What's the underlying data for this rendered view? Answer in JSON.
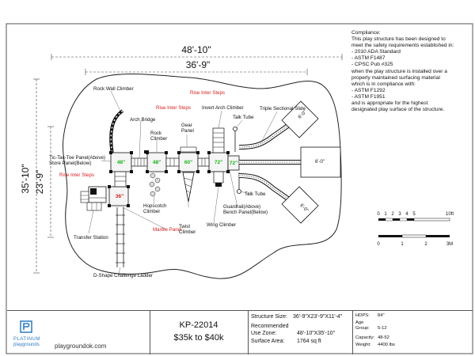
{
  "dimensions": {
    "overall_width": "48'-10\"",
    "structure_width": "36'-9\"",
    "overall_depth": "35'-10\"",
    "structure_depth": "23'-9\""
  },
  "labels": {
    "rock_wall_climber": "Rock Wall Climber",
    "arch_bridge": "Arch Bridge",
    "rock_climber": "Rock\nClimber",
    "rise_inter_steps_a": "Rise Inter Steps",
    "rise_inter_steps_b": "Rise Inter Steps",
    "rise_inter_steps_c": "Rise Inter Steps",
    "gear_panel": "Gear\nPanel",
    "invert_arch_climber": "Invert Arch Climber",
    "talk_tube_top": "Talk Tube",
    "triple_sectional_slide": "Triple Sectional Slide",
    "tic_tac_toe": "Tic-Tac-Toe Panel(Above)\nStore Panel(Below)",
    "hopscotch_climber": "Hopscotch\nClimber",
    "talk_tube_bottom": "Talk Tube",
    "guardrail_bench": "Guardrail(Above)\nBench Panel(Below)",
    "twist_climber": "Twist\nClimber",
    "wing_climber": "Wing Climber",
    "marble_panel": "Marble Panel",
    "transfer_station": "Transfer Station",
    "d_shape_ladder": "D-Shape Challenge Ladder"
  },
  "deck_heights": [
    "48\"",
    "48\"",
    "60\"",
    "72\"",
    "72\"",
    "36\""
  ],
  "slide_dims": [
    "6'-0\"",
    "6'-0\"",
    "6'-0\""
  ],
  "compliance": [
    "Compliance:",
    "This play structure has been designed to",
    "meet the safety requirements established in:",
    "- 2010 ADA Standard",
    "- ASTM F1487",
    "- CPSC Pub #325",
    "when the play structure is installed over a",
    "properly maintained surfacing material",
    "which is in compliance with:",
    "- ASTM F1292",
    "- ASTM F1951",
    "and is appropriate for the highest",
    "designated play surface of the structure."
  ],
  "scale_bars": {
    "feet_ticks": [
      "0",
      "1",
      "2",
      "3",
      "4",
      "5"
    ],
    "feet_unit": "10ft",
    "meter_ticks": [
      "0",
      "1",
      "2"
    ],
    "meter_unit": "3M"
  },
  "title_block": {
    "brand_line1": "PLATINUM",
    "brand_line2": "playgrounds",
    "website": "playgroundok.com",
    "model": "KP-22014",
    "price": "$35k to $40k",
    "structure_size_label": "Structure Size:",
    "structure_size": "36'-9\"X23'-9\"X11'-4\"",
    "recommended_label": "Recommended",
    "use_zone_label": "Use Zone:",
    "use_zone": "48'-10\"X35'-10\"",
    "surface_area_label": "Surface Area:",
    "surface_area": "1764 sq ft",
    "hdps_label": "HDPS:",
    "hdps": "84\"",
    "age_label": "Age",
    "group_label": "Group:",
    "age_group": "5-12",
    "capacity_label": "Capacity:",
    "capacity": "48-52",
    "weight_label": "Weight:",
    "weight": "4400 lbs"
  },
  "colors": {
    "green_height": "#17b317",
    "red_height": "#d42020",
    "outline": "#222222",
    "brand_blue": "#2e7bbf"
  }
}
